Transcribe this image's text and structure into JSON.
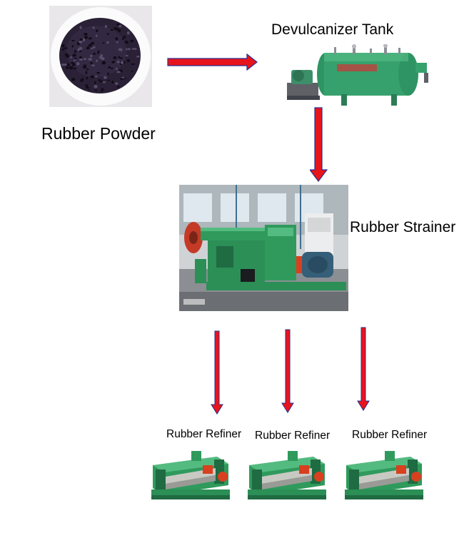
{
  "nodes": {
    "powder": {
      "label": "Rubber Powder",
      "icon": "rubber-powder-photo"
    },
    "tank": {
      "label": "Devulcanizer Tank",
      "icon": "devulcanizer-tank-photo"
    },
    "strainer": {
      "label": "Rubber Strainer",
      "icon": "rubber-strainer-photo"
    },
    "refiners": [
      {
        "label": "Rubber Refiner",
        "icon": "rubber-refiner-photo"
      },
      {
        "label": "Rubber Refiner",
        "icon": "rubber-refiner-photo"
      },
      {
        "label": "Rubber Refiner",
        "icon": "rubber-refiner-photo"
      }
    ]
  },
  "edges": [
    {
      "from": "Rubber Powder",
      "to": "Devulcanizer Tank"
    },
    {
      "from": "Devulcanizer Tank",
      "to": "Rubber Strainer"
    },
    {
      "from": "Rubber Strainer",
      "to": "Rubber Refiner"
    },
    {
      "from": "Rubber Strainer",
      "to": "Rubber Refiner"
    },
    {
      "from": "Rubber Strainer",
      "to": "Rubber Refiner"
    }
  ],
  "colors": {
    "arrow_fill": "#e8141c",
    "arrow_outline": "#2a2f8f",
    "machine_green": "#2f9a5c",
    "machine_dark": "#1f6b42",
    "accent_red": "#d9401f",
    "powder_dark": "#1e1628"
  }
}
